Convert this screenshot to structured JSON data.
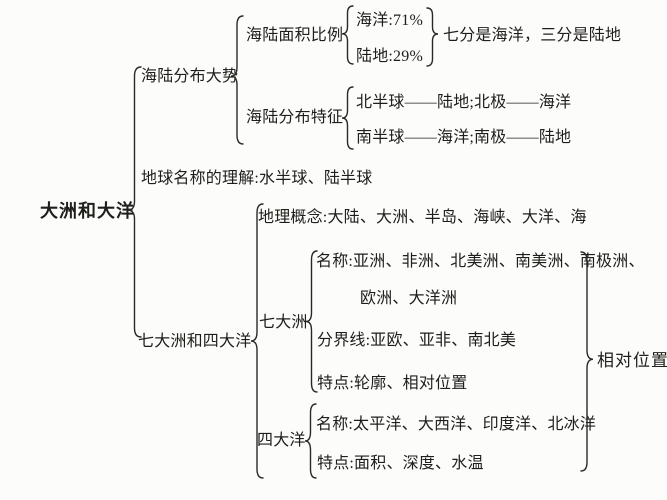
{
  "colors": {
    "background": "#fcfcfa",
    "ink": "#1f1e1b"
  },
  "map": {
    "root": "大洲和大洋",
    "sea_land_overview": {
      "label": "海陆分布大势",
      "area_ratio": {
        "label": "海陆面积比例",
        "ocean": "海洋:71%",
        "land": "陆地:29%",
        "conclusion": "七分是海洋，三分是陆地"
      },
      "distribution_features": {
        "label": "海陆分布特征",
        "north": "北半球——陆地;北极——海洋",
        "south": "南半球——海洋;南极——陆地"
      }
    },
    "earth_name_understanding": "地球名称的理解:水半球、陆半球",
    "continents_and_oceans": {
      "label": "七大洲和四大洋",
      "geo_concepts": "地理概念:大陆、大洲、半岛、海峡、大洋、海",
      "seven_continents": {
        "label": "七大洲",
        "names_line1": "名称:亚洲、非洲、北美洲、南美洲、南极洲、",
        "names_line2": "欧洲、大洋洲",
        "dividing_lines": "分界线:亚欧、亚非、南北美",
        "features": "特点:轮廓、相对位置"
      },
      "four_oceans": {
        "label": "四大洋",
        "names": "名称:太平洋、大西洋、印度洋、北冰洋",
        "features": "特点:面积、深度、水温"
      },
      "relative_position_note": "相对位置"
    }
  }
}
